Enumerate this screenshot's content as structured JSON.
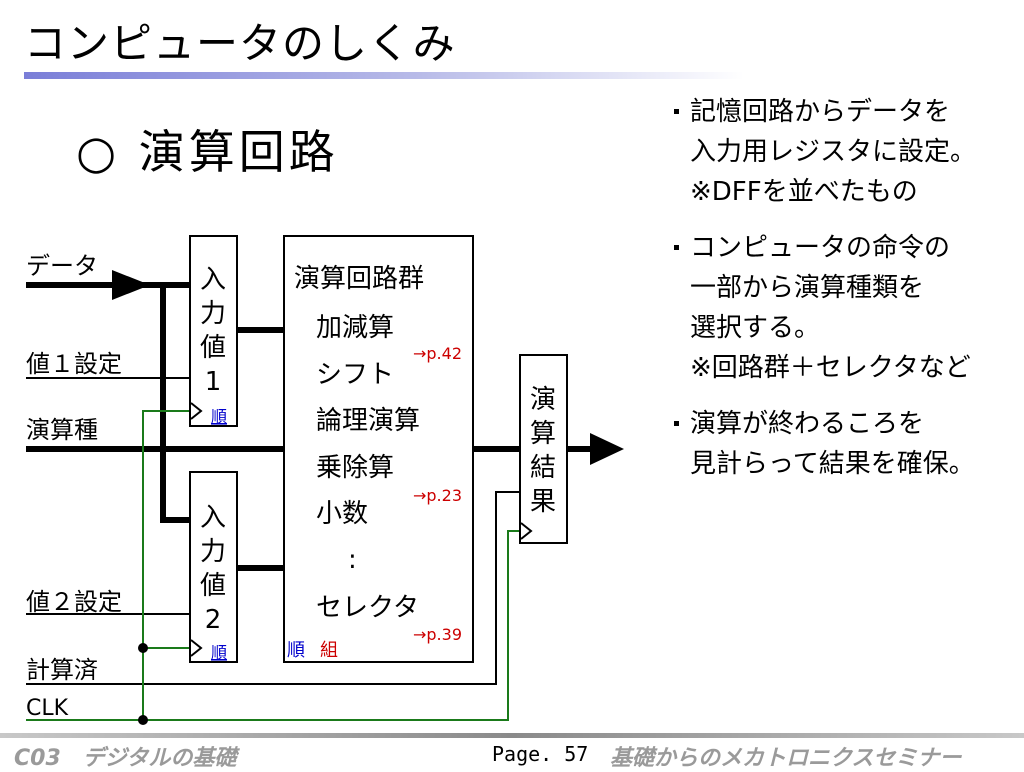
{
  "title": "コンピュータのしくみ",
  "subtitle": "○ 演算回路",
  "bullets": [
    {
      "lines": [
        "記憶回路からデータを",
        "入力用レジスタに設定。",
        "※DFFを並べたもの"
      ]
    },
    {
      "lines": [
        "コンピュータの命令の",
        "一部から演算種類を",
        "選択する。",
        "※回路群＋セレクタなど"
      ]
    },
    {
      "lines": [
        "演算が終わるころを",
        "見計らって結果を確保。"
      ]
    }
  ],
  "diagram": {
    "signals": {
      "data": "データ",
      "set1": "値１設定",
      "op_type": "演算種",
      "set2": "値２設定",
      "done": "計算済",
      "clk": "CLK"
    },
    "reg1": {
      "lines": [
        "入",
        "力",
        "値",
        "1"
      ],
      "clock_label": "順"
    },
    "reg2": {
      "lines": [
        "入",
        "力",
        "値",
        "2"
      ],
      "clock_label": "順"
    },
    "alu": {
      "title": "演算回路群",
      "items": [
        "加減算",
        "シフト",
        "論理演算",
        "乗除算",
        "小数",
        ":",
        "セレクタ"
      ],
      "refs": [
        "→p.42",
        "→p.23",
        "→p.39"
      ],
      "tag_seq": "順",
      "tag_comb": "組"
    },
    "result": {
      "lines": [
        "演",
        "算",
        "結",
        "果"
      ]
    }
  },
  "footer": {
    "left": "C03　デジタルの基礎",
    "page": "Page. 57",
    "right": "基礎からのメカトロニクスセミナー"
  },
  "colors": {
    "clock_line": "#1a7a1a",
    "reference": "#cc0000",
    "seq_tag": "#0000cc",
    "title_bar": "#7a7ed8",
    "footer_text": "#9a9a9a"
  }
}
